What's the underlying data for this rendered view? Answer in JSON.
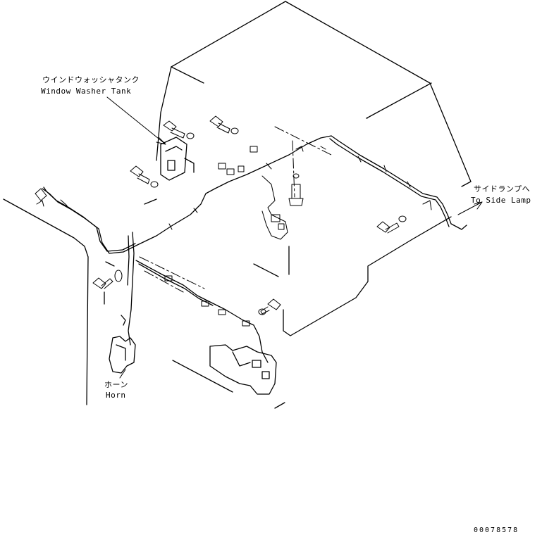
{
  "labels": {
    "washer_tank_jp": "ウインドウォッシャタンク",
    "washer_tank_en": "Window Washer Tank",
    "side_lamp_jp": "サイドランプへ",
    "side_lamp_en": "To Side Lamp",
    "horn_jp": "ホーン",
    "horn_en": "Horn",
    "drawing_number": "00078578"
  }
}
